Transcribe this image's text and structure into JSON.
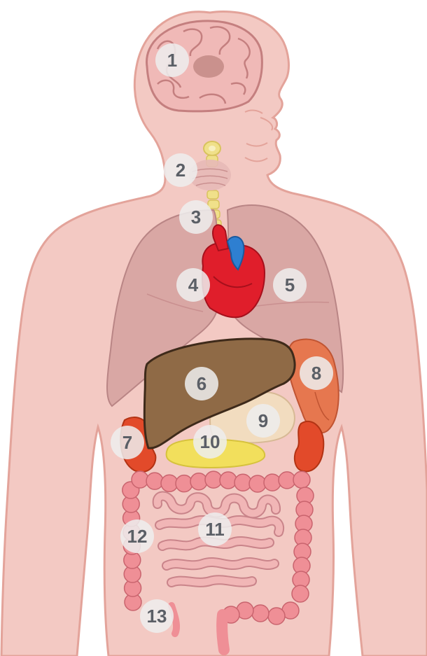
{
  "colors": {
    "skin": "#f3c9c3",
    "skin_outline": "#e3a39a",
    "lung": "#d9a7a4",
    "lung_shade": "#c98f8f",
    "heart": "#e01e2b",
    "heart_dark": "#a6101c",
    "vessel_blue": "#2e7fd1",
    "liver": "#8f6a46",
    "liver_outline": "#3e2a1a",
    "stomach": "#f2dcbf",
    "pancreas": "#f2df5c",
    "spleen": "#e6774f",
    "kidney": "#e24a2a",
    "intestine": "#f1b6b6",
    "intestine_outline": "#c9848a",
    "colon": "#ef8f96",
    "brain": "#f0b9b7",
    "trachea": "#f0e08a",
    "thyroid": "#e7b9b7",
    "label_badge": "#eeeeee",
    "label_text": "#5b5f66"
  },
  "labels": [
    {
      "id": "1",
      "text": "1"
    },
    {
      "id": "2",
      "text": "2"
    },
    {
      "id": "3",
      "text": "3"
    },
    {
      "id": "4",
      "text": "4"
    },
    {
      "id": "5",
      "text": "5"
    },
    {
      "id": "6",
      "text": "6"
    },
    {
      "id": "7",
      "text": "7"
    },
    {
      "id": "8",
      "text": "8"
    },
    {
      "id": "9",
      "text": "9"
    },
    {
      "id": "10",
      "text": "10"
    },
    {
      "id": "11",
      "text": "11"
    },
    {
      "id": "12",
      "text": "12"
    },
    {
      "id": "13",
      "text": "13"
    }
  ]
}
